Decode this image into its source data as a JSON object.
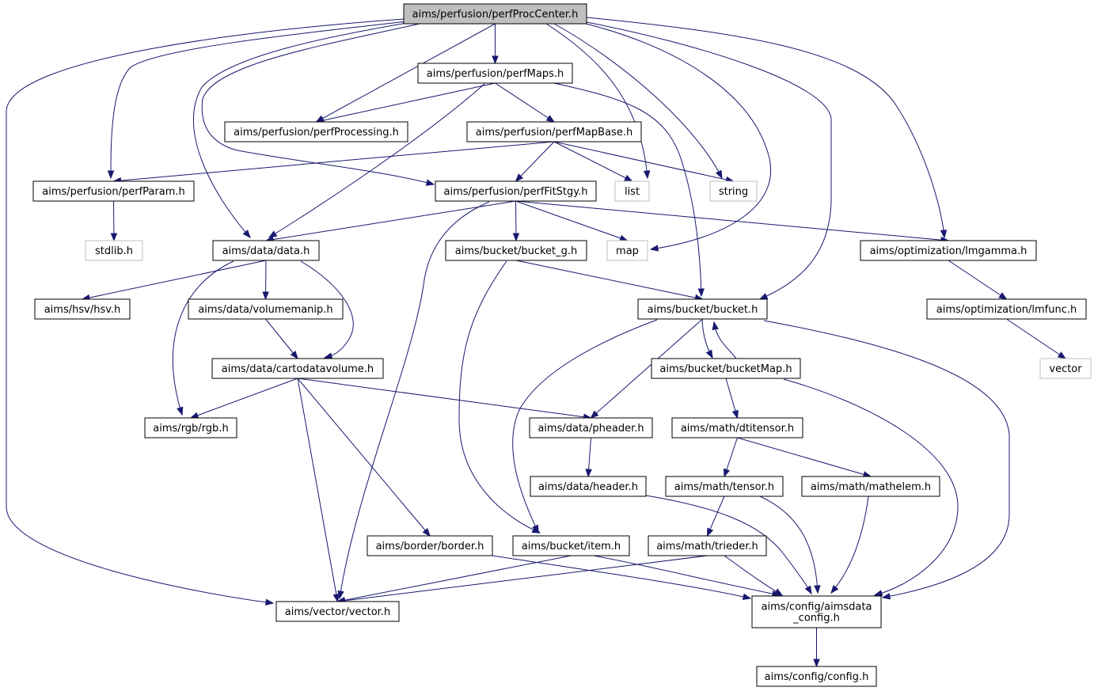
{
  "graph": {
    "colors": {
      "edge": "#191970",
      "root_fill": "#bfbfbf",
      "node_border": "#000000",
      "external_border": "#bfbfbf"
    },
    "nodes": [
      {
        "id": "root",
        "label": "aims/perfusion/perfProcCenter.h",
        "kind": "root"
      },
      {
        "id": "perfMaps",
        "label": "aims/perfusion/perfMaps.h",
        "kind": "internal"
      },
      {
        "id": "perfProcessing",
        "label": "aims/perfusion/perfProcessing.h",
        "kind": "internal"
      },
      {
        "id": "perfMapBase",
        "label": "aims/perfusion/perfMapBase.h",
        "kind": "internal"
      },
      {
        "id": "perfParam",
        "label": "aims/perfusion/perfParam.h",
        "kind": "internal"
      },
      {
        "id": "perfFitStgy",
        "label": "aims/perfusion/perfFitStgy.h",
        "kind": "internal"
      },
      {
        "id": "list",
        "label": "list",
        "kind": "external"
      },
      {
        "id": "string",
        "label": "string",
        "kind": "external"
      },
      {
        "id": "stdlib",
        "label": "stdlib.h",
        "kind": "external"
      },
      {
        "id": "data",
        "label": "aims/data/data.h",
        "kind": "internal"
      },
      {
        "id": "bucket_g",
        "label": "aims/bucket/bucket_g.h",
        "kind": "internal"
      },
      {
        "id": "map",
        "label": "map",
        "kind": "external"
      },
      {
        "id": "lmgamma",
        "label": "aims/optimization/lmgamma.h",
        "kind": "internal"
      },
      {
        "id": "hsv",
        "label": "aims/hsv/hsv.h",
        "kind": "internal"
      },
      {
        "id": "volumemanip",
        "label": "aims/data/volumemanip.h",
        "kind": "internal"
      },
      {
        "id": "bucket",
        "label": "aims/bucket/bucket.h",
        "kind": "internal"
      },
      {
        "id": "lmfunc",
        "label": "aims/optimization/lmfunc.h",
        "kind": "internal"
      },
      {
        "id": "cartodatavolume",
        "label": "aims/data/cartodatavolume.h",
        "kind": "internal"
      },
      {
        "id": "bucketMap",
        "label": "aims/bucket/bucketMap.h",
        "kind": "internal"
      },
      {
        "id": "vector",
        "label": "vector",
        "kind": "external"
      },
      {
        "id": "rgb",
        "label": "aims/rgb/rgb.h",
        "kind": "internal"
      },
      {
        "id": "pheader",
        "label": "aims/data/pheader.h",
        "kind": "internal"
      },
      {
        "id": "dtitensor",
        "label": "aims/math/dtitensor.h",
        "kind": "internal"
      },
      {
        "id": "header",
        "label": "aims/data/header.h",
        "kind": "internal"
      },
      {
        "id": "tensor",
        "label": "aims/math/tensor.h",
        "kind": "internal"
      },
      {
        "id": "mathelem",
        "label": "aims/math/mathelem.h",
        "kind": "internal"
      },
      {
        "id": "border",
        "label": "aims/border/border.h",
        "kind": "internal"
      },
      {
        "id": "item",
        "label": "aims/bucket/item.h",
        "kind": "internal"
      },
      {
        "id": "trieder",
        "label": "aims/math/trieder.h",
        "kind": "internal"
      },
      {
        "id": "aimsvector",
        "label": "aims/vector/vector.h",
        "kind": "internal"
      },
      {
        "id": "aimsdata_config",
        "label": "aims/config/aimsdata\n_config.h",
        "kind": "internal"
      },
      {
        "id": "config",
        "label": "aims/config/config.h",
        "kind": "internal"
      }
    ],
    "edges": [
      [
        "root",
        "perfMaps"
      ],
      [
        "root",
        "perfProcessing"
      ],
      [
        "root",
        "perfParam"
      ],
      [
        "root",
        "perfFitStgy"
      ],
      [
        "root",
        "list"
      ],
      [
        "root",
        "string"
      ],
      [
        "root",
        "data"
      ],
      [
        "root",
        "map"
      ],
      [
        "root",
        "lmgamma"
      ],
      [
        "root",
        "bucket"
      ],
      [
        "root",
        "aimsvector"
      ],
      [
        "perfMaps",
        "perfProcessing"
      ],
      [
        "perfMaps",
        "perfMapBase"
      ],
      [
        "perfMaps",
        "data"
      ],
      [
        "perfMaps",
        "bucket"
      ],
      [
        "perfMapBase",
        "perfParam"
      ],
      [
        "perfMapBase",
        "perfFitStgy"
      ],
      [
        "perfMapBase",
        "list"
      ],
      [
        "perfMapBase",
        "string"
      ],
      [
        "perfParam",
        "stdlib"
      ],
      [
        "perfFitStgy",
        "data"
      ],
      [
        "perfFitStgy",
        "bucket_g"
      ],
      [
        "perfFitStgy",
        "map"
      ],
      [
        "perfFitStgy",
        "lmgamma"
      ],
      [
        "perfFitStgy",
        "aimsvector"
      ],
      [
        "data",
        "hsv"
      ],
      [
        "data",
        "volumemanip"
      ],
      [
        "data",
        "cartodatavolume"
      ],
      [
        "data",
        "rgb"
      ],
      [
        "bucket_g",
        "bucket"
      ],
      [
        "bucket_g",
        "item"
      ],
      [
        "lmgamma",
        "lmfunc"
      ],
      [
        "lmfunc",
        "vector"
      ],
      [
        "volumemanip",
        "cartodatavolume"
      ],
      [
        "cartodatavolume",
        "rgb"
      ],
      [
        "cartodatavolume",
        "pheader"
      ],
      [
        "cartodatavolume",
        "border"
      ],
      [
        "cartodatavolume",
        "aimsvector"
      ],
      [
        "bucket",
        "bucketMap"
      ],
      [
        "bucket",
        "pheader"
      ],
      [
        "bucket",
        "item"
      ],
      [
        "bucket",
        "aimsdata_config"
      ],
      [
        "bucketMap",
        "bucket"
      ],
      [
        "bucketMap",
        "dtitensor"
      ],
      [
        "bucketMap",
        "aimsdata_config"
      ],
      [
        "pheader",
        "header"
      ],
      [
        "header",
        "aimsdata_config"
      ],
      [
        "dtitensor",
        "tensor"
      ],
      [
        "dtitensor",
        "mathelem"
      ],
      [
        "tensor",
        "trieder"
      ],
      [
        "tensor",
        "aimsdata_config"
      ],
      [
        "mathelem",
        "aimsdata_config"
      ],
      [
        "border",
        "aimsdata_config"
      ],
      [
        "item",
        "aimsvector"
      ],
      [
        "item",
        "aimsdata_config"
      ],
      [
        "trieder",
        "aimsvector"
      ],
      [
        "trieder",
        "aimsdata_config"
      ],
      [
        "aimsdata_config",
        "config"
      ]
    ]
  }
}
